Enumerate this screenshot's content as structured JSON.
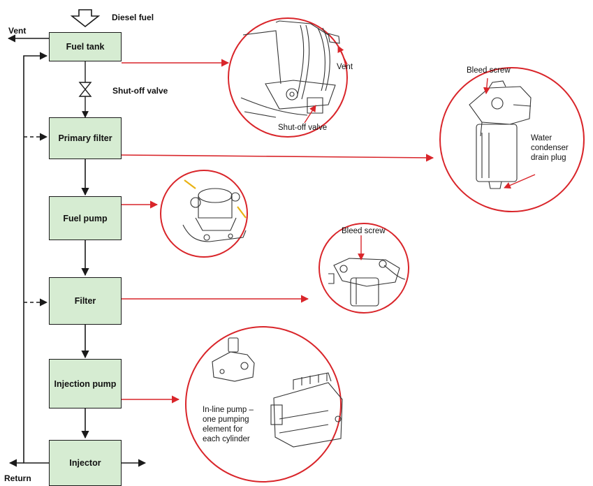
{
  "labels": {
    "diesel_fuel": "Diesel fuel",
    "vent": "Vent",
    "shut_off_valve": "Shut-off valve",
    "return": "Return"
  },
  "boxes": {
    "fuel_tank": "Fuel tank",
    "primary_filter": "Primary filter",
    "fuel_pump": "Fuel pump",
    "filter": "Filter",
    "injection_pump": "Injection pump",
    "injector": "Injector"
  },
  "callouts": {
    "tank_vent": "Vent",
    "tank_shut_off_valve": "Shut-off valve",
    "primary_bleed_screw": "Bleed screw",
    "primary_drain_1": "Water",
    "primary_drain_2": "condenser",
    "primary_drain_3": "drain plug",
    "filter_bleed_screw": "Bleed screw",
    "pump_note_1": "In-line pump –",
    "pump_note_2": "one pumping",
    "pump_note_3": "element for",
    "pump_note_4": "each cylinder"
  },
  "colors": {
    "box_fill": "#d6ecd2",
    "arrow_red": "#d9252a",
    "line_black": "#1a1a1a"
  }
}
